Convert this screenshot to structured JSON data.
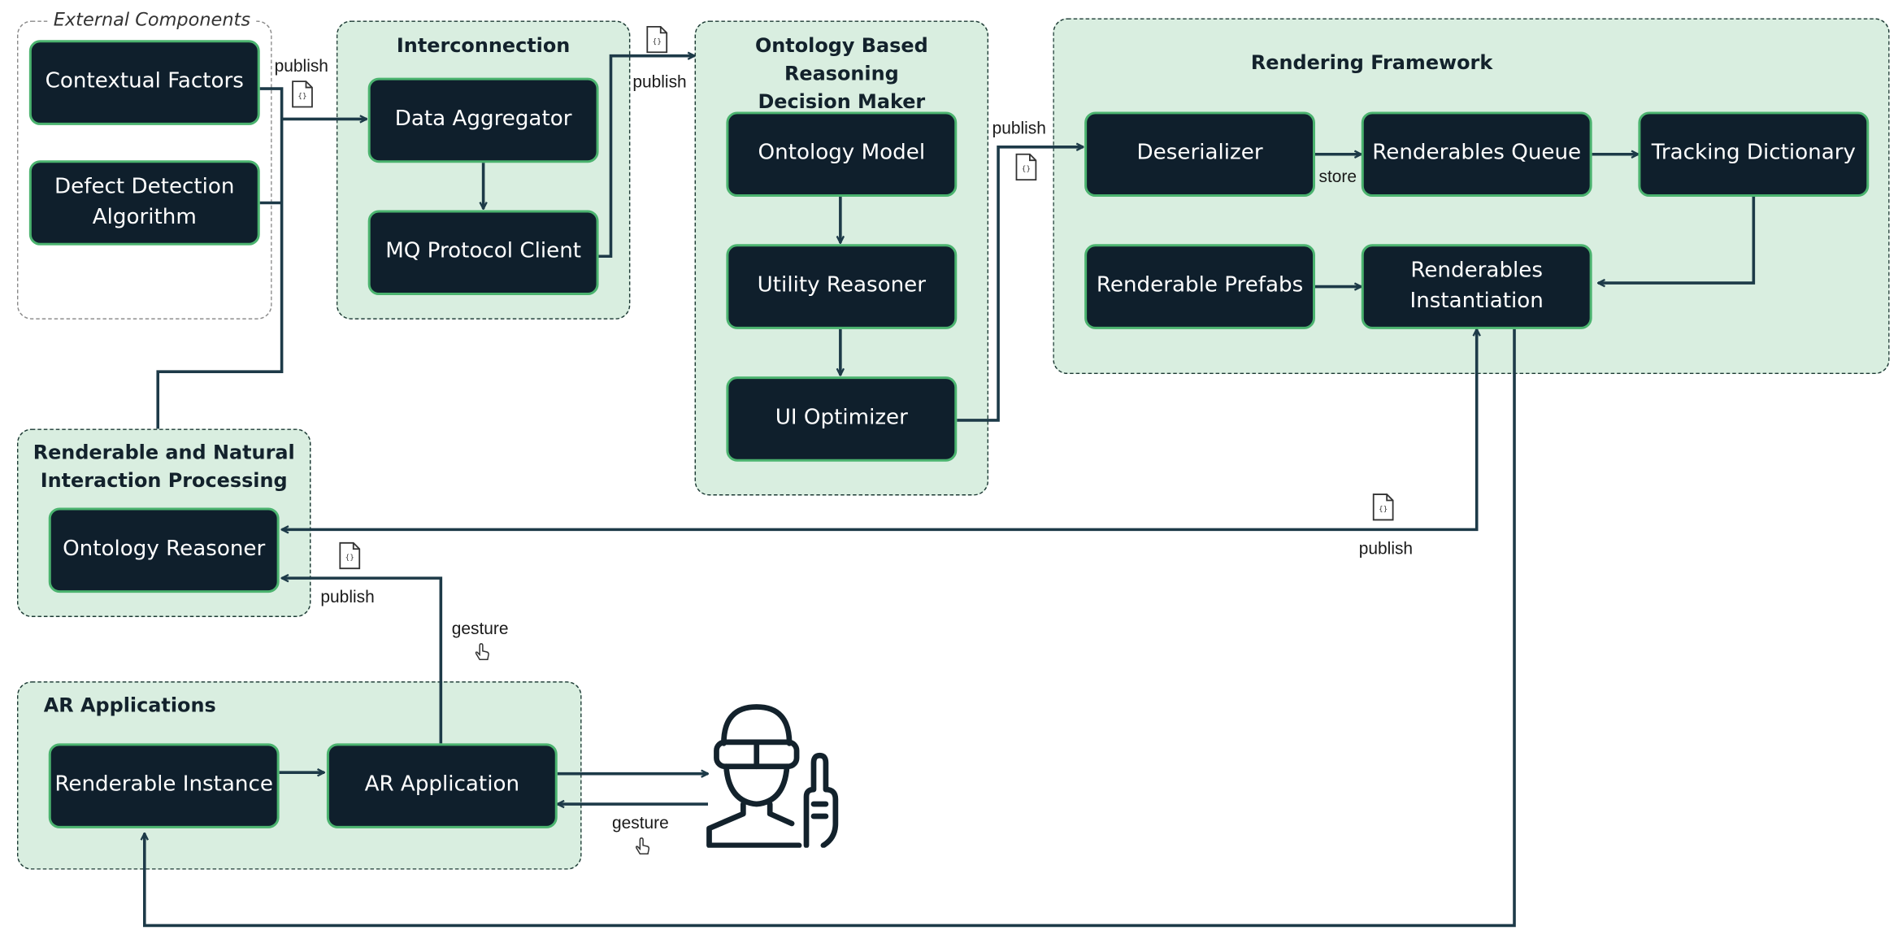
{
  "groups": {
    "external": "External Components",
    "interconnection": "Interconnection",
    "reasoning_line1": "Ontology Based Reasoning",
    "reasoning_line2": "Decision Maker",
    "rendering": "Rendering Framework",
    "processing_line1": "Renderable and Natural",
    "processing_line2": "Interaction Processing",
    "ar": "AR Applications"
  },
  "nodes": {
    "contextual_factors": "Contextual Factors",
    "defect_detection_line1": "Defect Detection",
    "defect_detection_line2": "Algorithm",
    "data_aggregator": "Data Aggregator",
    "mq_protocol_client": "MQ Protocol Client",
    "ontology_model": "Ontology Model",
    "utility_reasoner": "Utility Reasoner",
    "ui_optimizer": "UI Optimizer",
    "deserializer": "Deserializer",
    "renderables_queue": "Renderables Queue",
    "tracking_dictionary": "Tracking Dictionary",
    "renderable_prefabs": "Renderable Prefabs",
    "renderables_instantiation_line1": "Renderables",
    "renderables_instantiation_line2": "Instantiation",
    "ontology_reasoner": "Ontology Reasoner",
    "renderable_instance": "Renderable Instance",
    "ar_application": "AR Application"
  },
  "edge_labels": {
    "publish_1": "publish",
    "publish_2": "publish",
    "publish_3": "publish",
    "store": "store",
    "publish_4": "publish",
    "publish_5": "publish",
    "gesture_1": "gesture",
    "gesture_2": "gesture"
  },
  "icons": {
    "file_icon": "json-file-icon",
    "hand_icon": "hand-pointer-icon",
    "user_icon": "vr-user-icon"
  },
  "colors": {
    "node_fill": "#0f1f2c",
    "node_border": "#4bb36f",
    "group_fill": "#d9eee0",
    "line": "#1d3a48"
  }
}
